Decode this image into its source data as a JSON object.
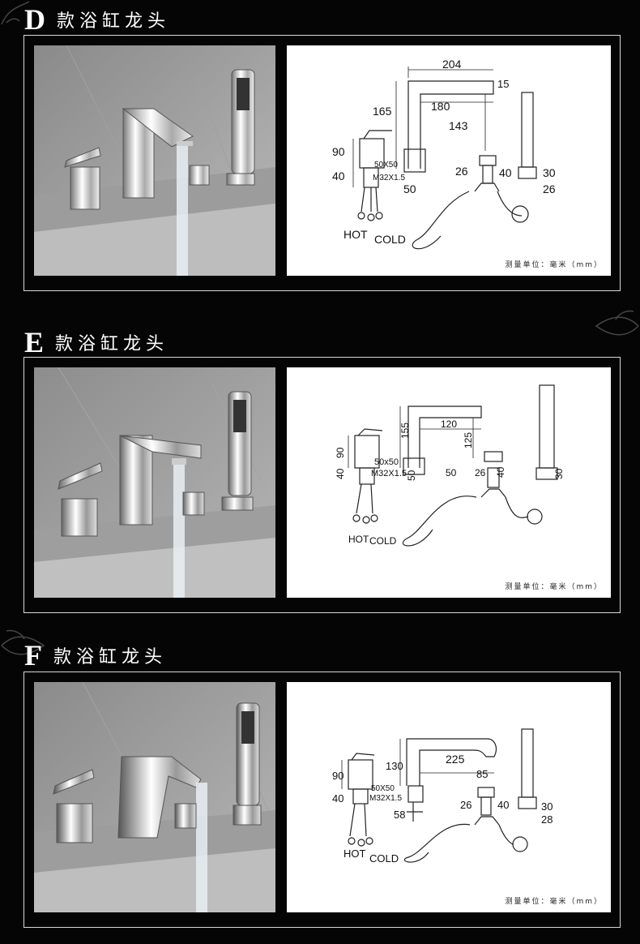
{
  "sections": [
    {
      "letter": "D",
      "title": "款浴缸龙头",
      "unit_note": "测量单位：毫米（mm）",
      "dims": {
        "a": "204",
        "b": "15",
        "c": "165",
        "d": "180",
        "e": "143",
        "f": "90",
        "g": "40",
        "h": "50X50",
        "i": "M32X1.5",
        "j": "50",
        "k": "26",
        "l": "40",
        "m": "30",
        "n": "26",
        "hot": "HOT",
        "cold": "COLD"
      }
    },
    {
      "letter": "E",
      "title": "款浴缸龙头",
      "unit_note": "测量单位：毫米（mm）",
      "dims": {
        "a": "120",
        "b": "155",
        "c": "125",
        "d": "90",
        "e": "50x50",
        "f": "M32X1.5",
        "g": "40",
        "h": "50",
        "i": "50",
        "j": "26",
        "k": "40",
        "l": "30",
        "hot": "HOT",
        "cold": "COLD"
      }
    },
    {
      "letter": "F",
      "title": "款浴缸龙头",
      "unit_note": "测量单位：毫米（mm）",
      "dims": {
        "a": "130",
        "b": "225",
        "c": "85",
        "d": "90",
        "e": "40",
        "f": "50X50",
        "g": "M32X1.5",
        "h": "58",
        "i": "26",
        "j": "40",
        "k": "30",
        "l": "28",
        "hot": "HOT",
        "cold": "COLD"
      }
    }
  ]
}
